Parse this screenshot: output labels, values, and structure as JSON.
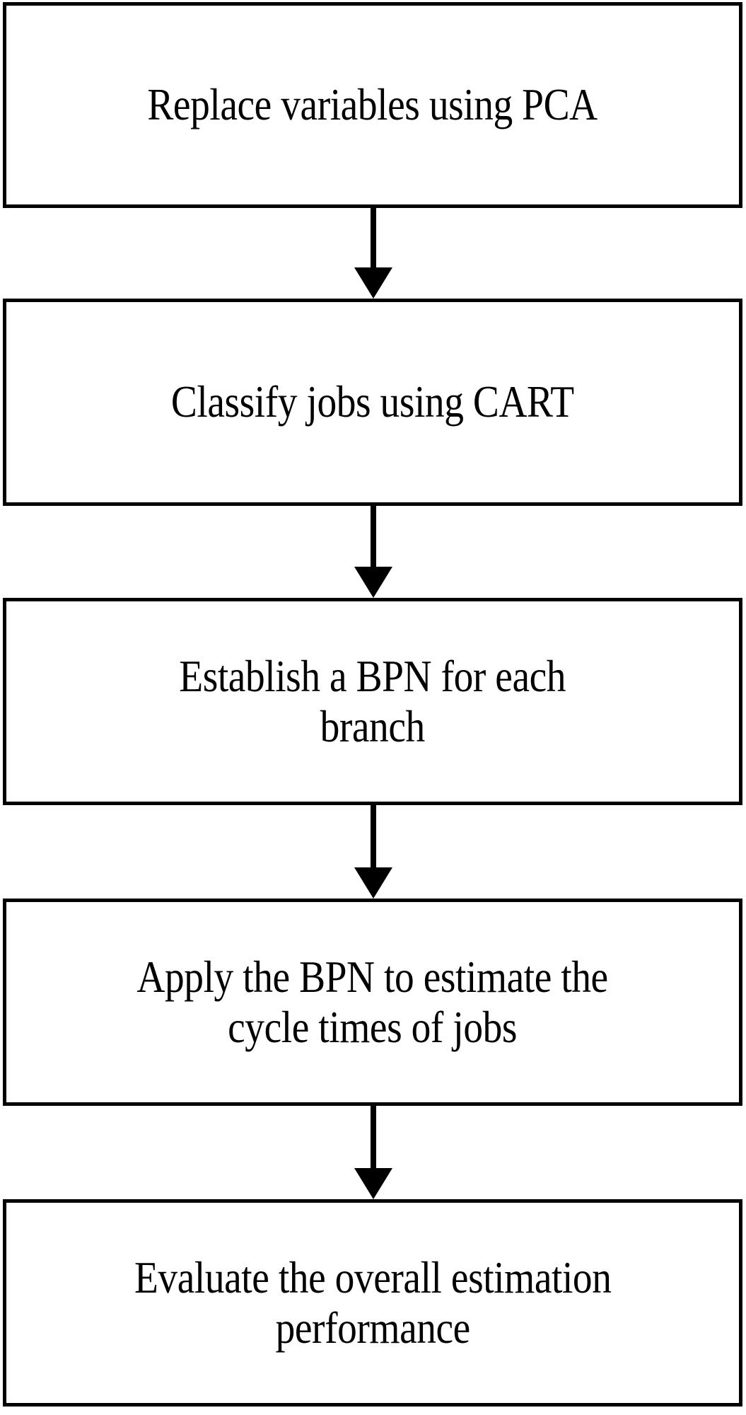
{
  "diagram": {
    "type": "flowchart",
    "orientation": "vertical",
    "background_color": "#ffffff",
    "line_color": "#000000",
    "text_color": "#000000",
    "nodes": [
      {
        "id": "node-1",
        "label": "Replace variables using PCA",
        "shape": "rectangle",
        "lines": 1
      },
      {
        "id": "node-2",
        "label": "Classify jobs using CART",
        "shape": "rectangle",
        "lines": 1
      },
      {
        "id": "node-3",
        "label": "Establish a BPN for each\nbranch",
        "shape": "rectangle",
        "lines": 2
      },
      {
        "id": "node-4",
        "label": "Apply the BPN to estimate the\ncycle times of jobs",
        "shape": "rectangle",
        "lines": 2
      },
      {
        "id": "node-5",
        "label": "Evaluate the overall estimation\nperformance",
        "shape": "rectangle",
        "lines": 2
      }
    ],
    "edges": [
      {
        "id": "edge-1",
        "from": "node-1",
        "to": "node-2",
        "style": "solid-arrow-down"
      },
      {
        "id": "edge-2",
        "from": "node-2",
        "to": "node-3",
        "style": "solid-arrow-down"
      },
      {
        "id": "edge-3",
        "from": "node-3",
        "to": "node-4",
        "style": "solid-arrow-down"
      },
      {
        "id": "edge-4",
        "from": "node-4",
        "to": "node-5",
        "style": "solid-arrow-down"
      }
    ]
  }
}
